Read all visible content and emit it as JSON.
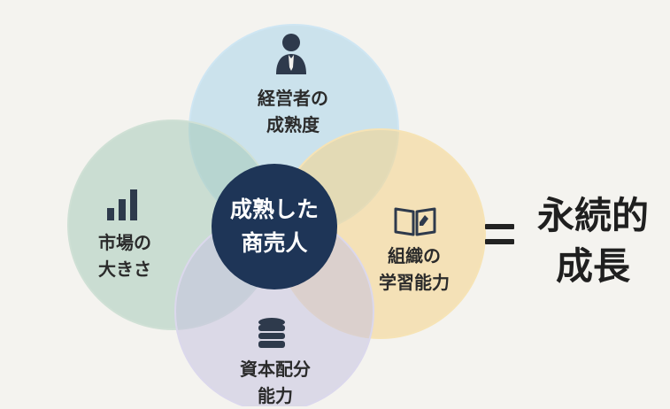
{
  "diagram": {
    "center": {
      "line1": "成熟した",
      "line2": "商売人",
      "color": "#1e3557"
    },
    "circles": [
      {
        "key": "top",
        "line1": "経営者の",
        "line2": "成熟度",
        "icon": "person-icon",
        "color": "#a9d4ea"
      },
      {
        "key": "left",
        "line1": "市場の",
        "line2": "大きさ",
        "icon": "bar-chart-icon",
        "color": "#a8cbb9"
      },
      {
        "key": "right",
        "line1": "組織の",
        "line2": "学習能力",
        "icon": "book-icon",
        "color": "#f3d591"
      },
      {
        "key": "bottom",
        "line1": "資本配分",
        "line2": "能力",
        "icon": "coins-icon",
        "color": "#c6c2e0"
      }
    ],
    "equals_symbol": "=",
    "result": {
      "line1": "永続的",
      "line2": "成長"
    }
  }
}
